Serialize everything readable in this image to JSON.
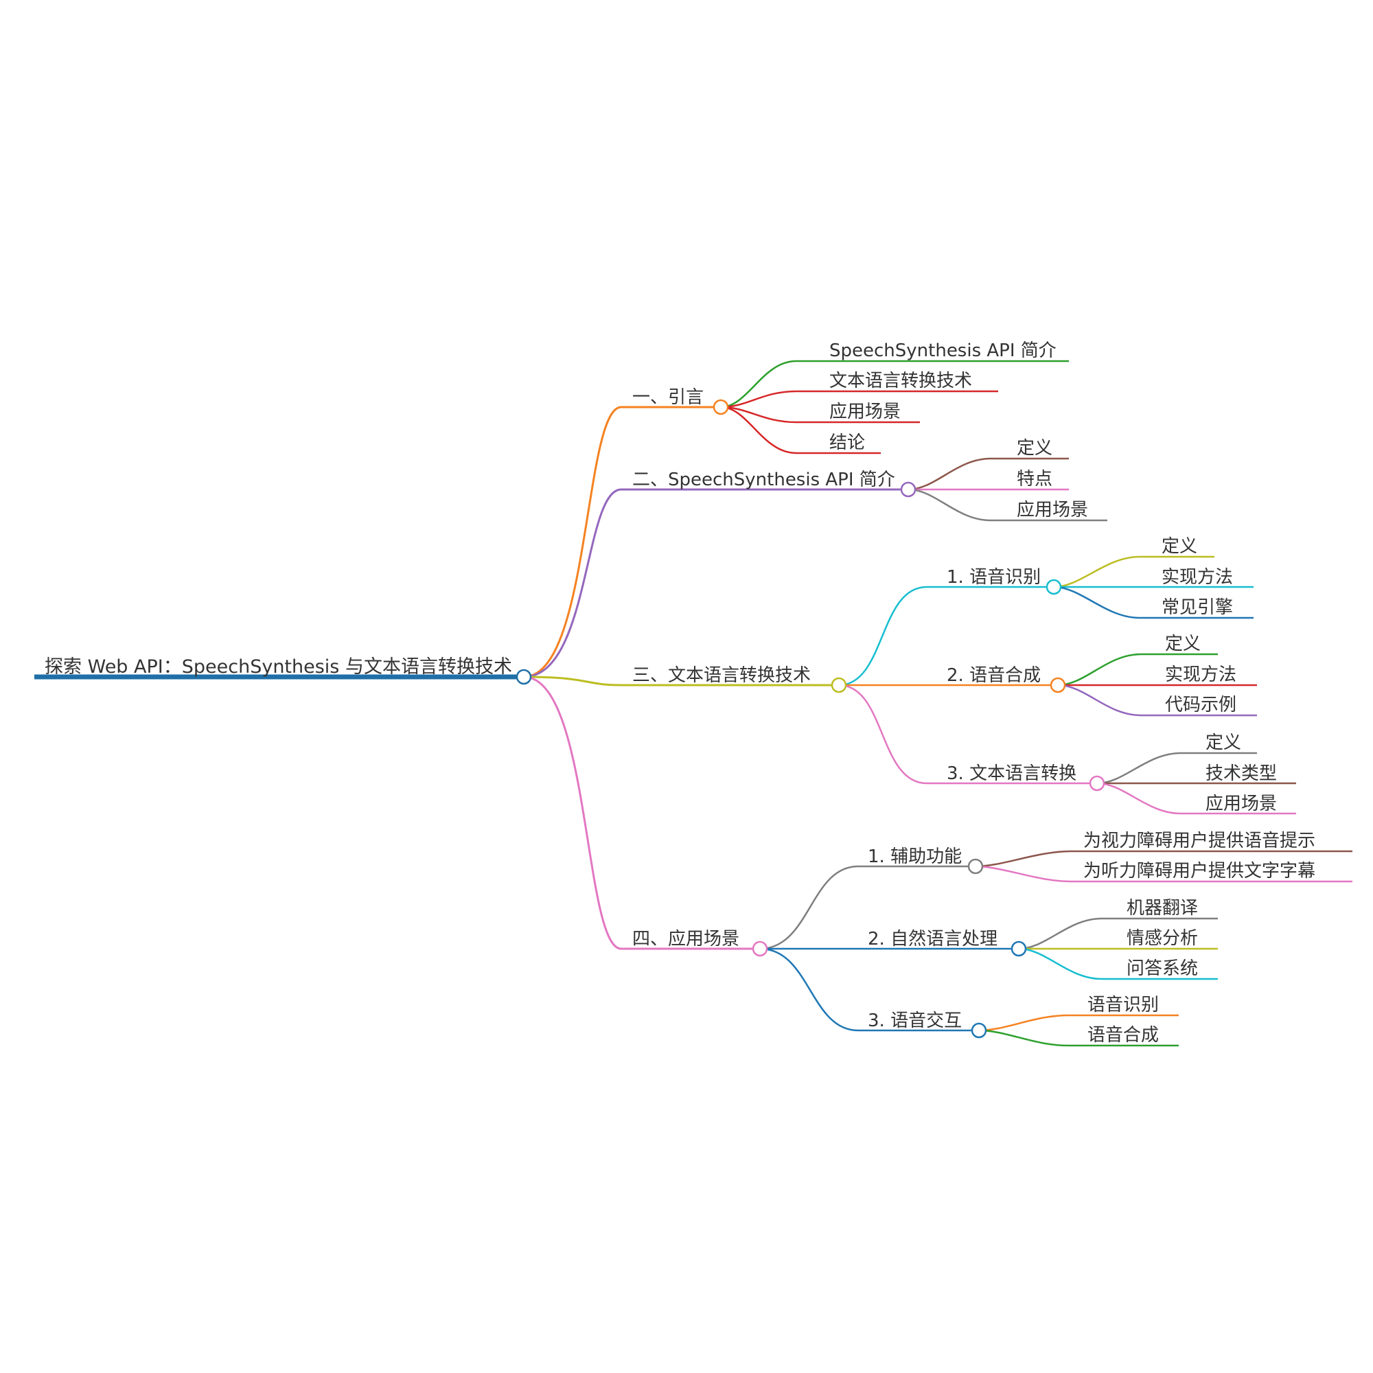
{
  "mindmap": {
    "root": {
      "label": "探索 Web API：SpeechSynthesis 与文本语言转换技术",
      "color": "#1f6fa8"
    },
    "branches": [
      {
        "label": "一、引言",
        "color": "#f58220",
        "children": [
          {
            "label": "SpeechSynthesis API 简介",
            "color": "#2ca02c"
          },
          {
            "label": "文本语言转换技术",
            "color": "#d62728"
          },
          {
            "label": "应用场景",
            "color": "#d62728"
          },
          {
            "label": "结论",
            "color": "#d62728"
          }
        ]
      },
      {
        "label": "二、SpeechSynthesis API 简介",
        "color": "#9467bd",
        "children": [
          {
            "label": "定义",
            "color": "#8c564b"
          },
          {
            "label": "特点",
            "color": "#e377c2"
          },
          {
            "label": "应用场景",
            "color": "#7f7f7f"
          }
        ]
      },
      {
        "label": "三、文本语言转换技术",
        "color": "#bcbd22",
        "children": [
          {
            "label": "1. 语音识别",
            "color": "#17becf",
            "children": [
              {
                "label": "定义",
                "color": "#bcbd22"
              },
              {
                "label": "实现方法",
                "color": "#17becf"
              },
              {
                "label": "常见引擎",
                "color": "#1f77b4"
              }
            ]
          },
          {
            "label": "2. 语音合成",
            "color": "#f58220",
            "children": [
              {
                "label": "定义",
                "color": "#2ca02c"
              },
              {
                "label": "实现方法",
                "color": "#d62728"
              },
              {
                "label": "代码示例",
                "color": "#9467bd"
              }
            ]
          },
          {
            "label": "3. 文本语言转换",
            "color": "#e377c2",
            "children": [
              {
                "label": "定义",
                "color": "#7f7f7f"
              },
              {
                "label": "技术类型",
                "color": "#8c564b"
              },
              {
                "label": "应用场景",
                "color": "#e377c2"
              }
            ]
          }
        ]
      },
      {
        "label": "四、应用场景",
        "color": "#e377c2",
        "children": [
          {
            "label": "1. 辅助功能",
            "color": "#7f7f7f",
            "children": [
              {
                "label": "为视力障碍用户提供语音提示",
                "color": "#8c564b"
              },
              {
                "label": "为听力障碍用户提供文字字幕",
                "color": "#e377c2"
              }
            ]
          },
          {
            "label": "2. 自然语言处理",
            "color": "#1f77b4",
            "children": [
              {
                "label": "机器翻译",
                "color": "#7f7f7f"
              },
              {
                "label": "情感分析",
                "color": "#bcbd22"
              },
              {
                "label": "问答系统",
                "color": "#17becf"
              }
            ]
          },
          {
            "label": "3. 语音交互",
            "color": "#1f77b4",
            "children": [
              {
                "label": "语音识别",
                "color": "#f58220"
              },
              {
                "label": "语音合成",
                "color": "#2ca02c"
              }
            ]
          }
        ]
      }
    ]
  }
}
